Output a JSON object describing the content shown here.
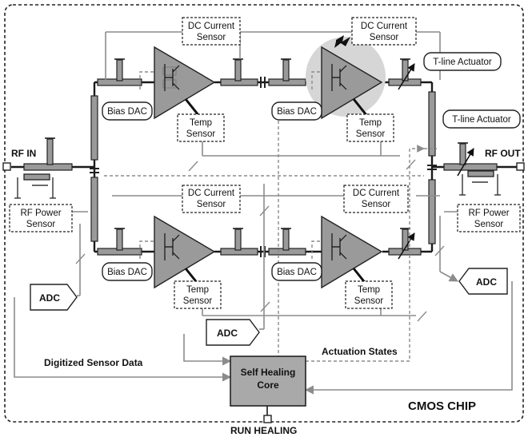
{
  "diagram": {
    "chip_label": "CMOS CHIP",
    "rf_in": "RF IN",
    "rf_out": "RF OUT",
    "run_healing": "RUN HEALING",
    "core": {
      "line1": "Self Healing",
      "line2": "Core"
    },
    "digitized_sensor_data": "Digitized Sensor Data",
    "actuation_states": "Actuation States",
    "adc_label": "ADC",
    "bias_dac_label": "Bias DAC",
    "dc_current_sensor": {
      "line1": "DC Current",
      "line2": "Sensor"
    },
    "temp_sensor": {
      "line1": "Temp",
      "line2": "Sensor"
    },
    "rf_power_sensor": {
      "line1": "RF Power",
      "line2": "Sensor"
    },
    "tline_actuator": "T-line Actuator"
  }
}
